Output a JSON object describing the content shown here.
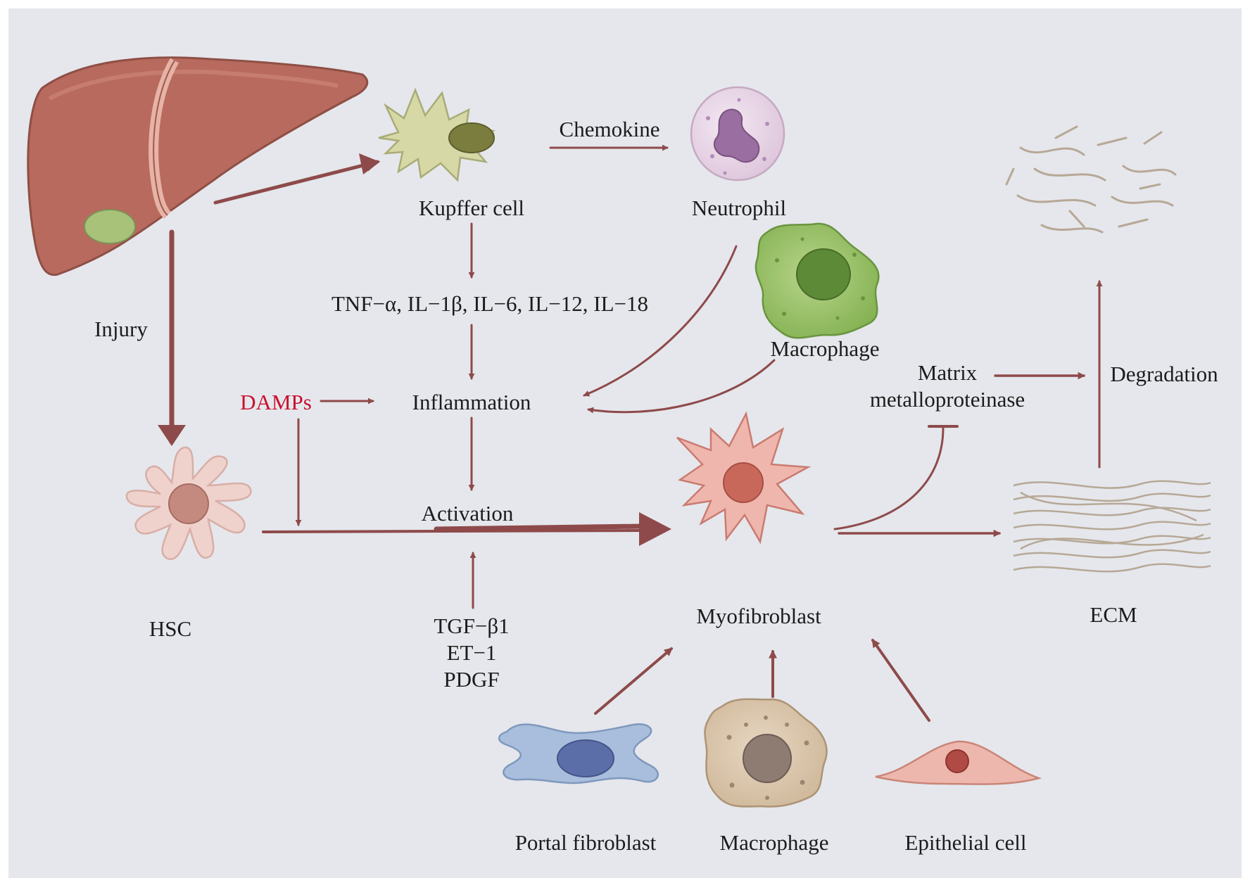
{
  "labels": {
    "kupffer": "Kupffer cell",
    "chemokine": "Chemokine",
    "neutrophil": "Neutrophil",
    "cytokines": "TNF−α, IL−1β, IL−6, IL−12, IL−18",
    "injury": "Injury",
    "damps": "DAMPs",
    "inflammation": "Inflammation",
    "macrophage_top": "Macrophage",
    "mmp_line1": "Matrix",
    "mmp_line2": "metalloproteinase",
    "degradation": "Degradation",
    "activation": "Activation",
    "hsc": "HSC",
    "factors": [
      "TGF−β1",
      "ET−1",
      "PDGF"
    ],
    "myofibroblast": "Myofibroblast",
    "ecm": "ECM",
    "portal_fibroblast": "Portal fibroblast",
    "macrophage_bottom": "Macrophage",
    "epithelial": "Epithelial cell"
  },
  "colors": {
    "background": "#e5e7ec",
    "arrow": "#8e4a4a",
    "damps": "#c8102e",
    "liver": "#b86a5e",
    "kupffer": "#d6d8a6",
    "neutrophil": "#e4cfe2",
    "macrophage_green": "#8fba5c",
    "hsc": "#f0d2cc",
    "myofibroblast": "#efb6ad",
    "ecm_fiber": "#b7a896",
    "portal_fibroblast": "#a9bedc",
    "macrophage_tan": "#d6c2a8",
    "epithelial": "#eeb7ad"
  }
}
